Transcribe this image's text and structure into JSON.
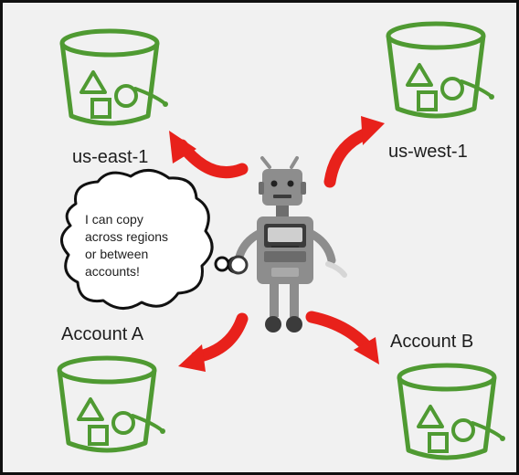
{
  "colors": {
    "bucket": "#4f9a32",
    "arrow": "#e8211b",
    "robot_body": "#8d8d8d",
    "robot_dark": "#3b3b3b",
    "background": "#f1f1f1"
  },
  "icons": [
    "s3-bucket-icon",
    "robot-icon",
    "thought-bubble",
    "curved-arrow"
  ],
  "labels": {
    "us_east": "us-east-1",
    "us_west": "us-west-1",
    "account_a": "Account A",
    "account_b": "Account B"
  },
  "thought": {
    "lines": [
      "I can copy",
      "across regions",
      "or between",
      "accounts!"
    ]
  }
}
